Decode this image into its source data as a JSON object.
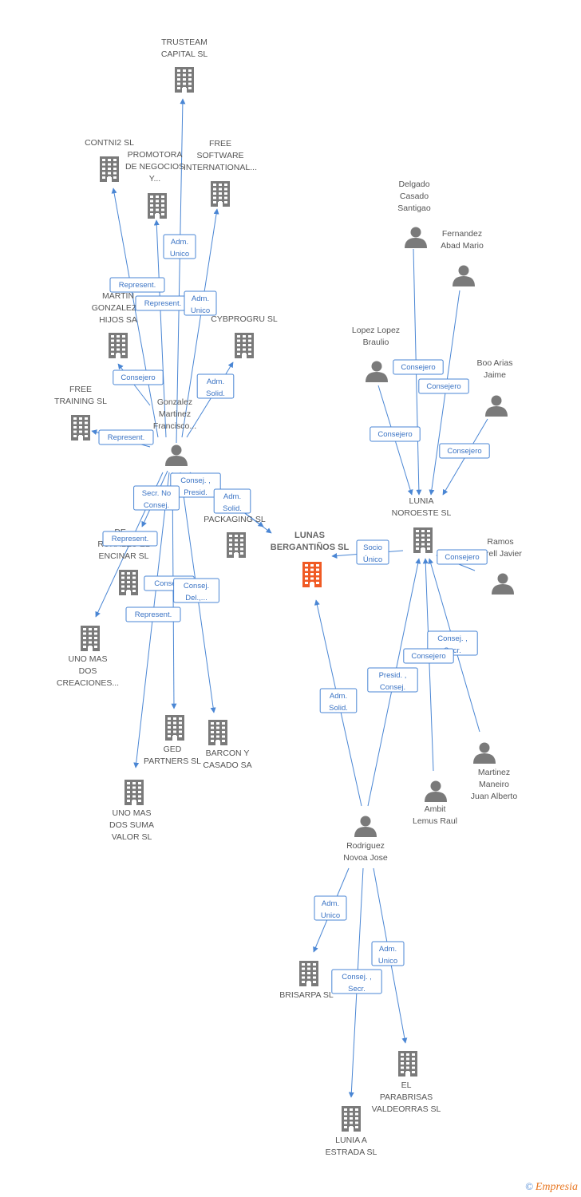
{
  "nodes": [
    {
      "id": "trusteam",
      "type": "company",
      "lines": [
        "TRUSTEAM",
        "CAPITAL  SL"
      ]
    },
    {
      "id": "contni2",
      "type": "company",
      "lines": [
        "CONTNI2 SL"
      ]
    },
    {
      "id": "promotora",
      "type": "company",
      "lines": [
        "PROMOTORA",
        "DE NEGOCIOS",
        "Y..."
      ]
    },
    {
      "id": "freesoftware",
      "type": "company",
      "lines": [
        "FREE",
        "SOFTWARE",
        "INTERNATIONAL..."
      ]
    },
    {
      "id": "martin",
      "type": "company",
      "lines": [
        "MARTIN",
        "GONZALEZ E",
        "HIJOS SA"
      ]
    },
    {
      "id": "cybprogru",
      "type": "company",
      "lines": [
        "CYBPROGRU SL"
      ]
    },
    {
      "id": "freetraining",
      "type": "company",
      "lines": [
        "FREE",
        "TRAINING SL"
      ]
    },
    {
      "id": "gonzalez",
      "type": "person",
      "lines": [
        "Gonzalez",
        "Martinez",
        "Francisco..."
      ]
    },
    {
      "id": "packaging",
      "type": "company",
      "lines": [
        "...A",
        "PACKAGING SL"
      ]
    },
    {
      "id": "rurales",
      "type": "company",
      "lines": [
        "DE...",
        "RURALES EL",
        "ENCINAR SL"
      ]
    },
    {
      "id": "unomasdos_creaciones",
      "type": "company",
      "lines": [
        "UNO MAS",
        "DOS",
        "CREACIONES..."
      ]
    },
    {
      "id": "gedpartners",
      "type": "company",
      "lines": [
        "GED",
        "PARTNERS  SL"
      ]
    },
    {
      "id": "barcon",
      "type": "company",
      "lines": [
        "BARCON Y",
        "CASADO SA"
      ]
    },
    {
      "id": "unomasdos_suma",
      "type": "company",
      "lines": [
        "UNO MAS",
        "DOS SUMA",
        "VALOR SL"
      ]
    },
    {
      "id": "lunas",
      "type": "center",
      "lines": [
        "LUNAS",
        "BERGANTIÑOS SL"
      ]
    },
    {
      "id": "delgado",
      "type": "person",
      "lines": [
        "Delgado",
        "Casado",
        "Santigao"
      ]
    },
    {
      "id": "fernandez",
      "type": "person",
      "lines": [
        "Fernandez",
        "Abad Mario"
      ]
    },
    {
      "id": "lopez",
      "type": "person",
      "lines": [
        "Lopez Lopez",
        "Braulio"
      ]
    },
    {
      "id": "boo",
      "type": "person",
      "lines": [
        "Boo Arias",
        "Jaime"
      ]
    },
    {
      "id": "lunianoroeste",
      "type": "company",
      "lines": [
        "LUNIA",
        "NOROESTE SL"
      ]
    },
    {
      "id": "ramos",
      "type": "person",
      "lines": [
        "Ramos",
        "...rell Javier"
      ]
    },
    {
      "id": "martinez_maneiro",
      "type": "person",
      "lines": [
        "Martinez",
        "Maneiro",
        "Juan Alberto"
      ]
    },
    {
      "id": "ambit",
      "type": "person",
      "lines": [
        "Ambit",
        "Lemus Raul"
      ]
    },
    {
      "id": "rodriguez",
      "type": "person",
      "lines": [
        "Rodriguez",
        "Novoa Jose"
      ]
    },
    {
      "id": "brisarpa",
      "type": "company",
      "lines": [
        "BRISARPA SL"
      ]
    },
    {
      "id": "parabrisas",
      "type": "company",
      "lines": [
        "EL",
        "PARABRISAS",
        "VALDEORRAS SL"
      ]
    },
    {
      "id": "luniaestrada",
      "type": "company",
      "lines": [
        "LUNIA A",
        "ESTRADA SL"
      ]
    }
  ],
  "edges": [
    {
      "from": "gonzalez",
      "to": "trusteam",
      "lines": [
        "Adm.",
        "Unico"
      ]
    },
    {
      "from": "gonzalez",
      "to": "contni2",
      "lines": [
        "Represent."
      ]
    },
    {
      "from": "gonzalez",
      "to": "promotora",
      "lines": [
        "Represent."
      ]
    },
    {
      "from": "gonzalez",
      "to": "freesoftware",
      "lines": [
        "Adm.",
        "Unico"
      ]
    },
    {
      "from": "gonzalez",
      "to": "martin",
      "lines": [
        "Consejero"
      ]
    },
    {
      "from": "gonzalez",
      "to": "cybprogru",
      "lines": [
        "Adm.",
        "Solid."
      ]
    },
    {
      "from": "gonzalez",
      "to": "freetraining",
      "lines": [
        "Represent."
      ]
    },
    {
      "from": "gonzalez",
      "to": "packaging",
      "lines": [
        "Consej. ,",
        "Presid."
      ]
    },
    {
      "from": "gonzalez",
      "to": "packaging",
      "lines": [
        "Adm.",
        "Solid."
      ]
    },
    {
      "from": "gonzalez",
      "to": "rurales",
      "lines": [
        "Secr. No",
        "Consej."
      ]
    },
    {
      "from": "gonzalez",
      "to": "unomasdos_creaciones",
      "lines": [
        "Represent."
      ]
    },
    {
      "from": "gonzalez",
      "to": "gedpartners",
      "lines": [
        "Consej..."
      ]
    },
    {
      "from": "gonzalez",
      "to": "barcon",
      "lines": [
        "Consej.",
        "Del.,..."
      ]
    },
    {
      "from": "gonzalez",
      "to": "unomasdos_suma",
      "lines": [
        "Represent."
      ]
    },
    {
      "from": "delgado",
      "to": "lunianoroeste",
      "lines": [
        "Consejero"
      ]
    },
    {
      "from": "fernandez",
      "to": "lunianoroeste",
      "lines": [
        "Consejero"
      ]
    },
    {
      "from": "lopez",
      "to": "lunianoroeste",
      "lines": [
        "Consejero"
      ]
    },
    {
      "from": "boo",
      "to": "lunianoroeste",
      "lines": [
        "Consejero"
      ]
    },
    {
      "from": "lunianoroeste",
      "to": "lunas",
      "lines": [
        "Socio",
        "Único"
      ]
    },
    {
      "from": "ramos",
      "to": "lunianoroeste",
      "lines": [
        "Consejero"
      ]
    },
    {
      "from": "martinez_maneiro",
      "to": "lunianoroeste",
      "lines": [
        "Consej. ,",
        "Secr."
      ]
    },
    {
      "from": "ambit",
      "to": "lunianoroeste",
      "lines": [
        "Consejero"
      ]
    },
    {
      "from": "rodriguez",
      "to": "lunianoroeste",
      "lines": [
        "Presid. ,",
        "Consej."
      ]
    },
    {
      "from": "rodriguez",
      "to": "lunas",
      "lines": [
        "Adm.",
        "Solid."
      ]
    },
    {
      "from": "rodriguez",
      "to": "brisarpa",
      "lines": [
        "Adm.",
        "Unico"
      ]
    },
    {
      "from": "rodriguez",
      "to": "parabrisas",
      "lines": [
        "Adm.",
        "Unico"
      ]
    },
    {
      "from": "rodriguez",
      "to": "luniaestrada",
      "lines": [
        "Consej. ,",
        "Secr."
      ]
    }
  ],
  "colors": {
    "edge": "#4a86d4",
    "company": "#7a7a7a",
    "person": "#7a7a7a",
    "center": "#f05a24",
    "label_text": "#555555"
  },
  "footer": {
    "copyright": "©",
    "brand": "Empresia"
  }
}
